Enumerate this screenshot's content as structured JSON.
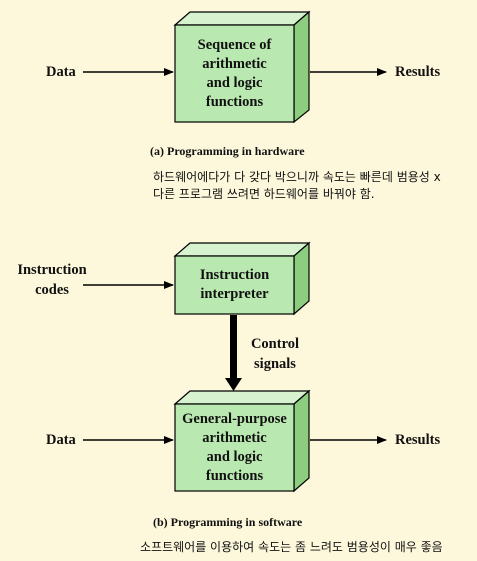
{
  "diagram_a": {
    "box_lines": [
      "Sequence of",
      "arithmetic",
      "and logic",
      "functions"
    ],
    "input_label": "Data",
    "output_label": "Results",
    "caption": "(a) Programming in hardware",
    "note_lines": [
      "하드웨어에다가 다 갖다 박으니까 속도는 빠른데 범용성 x",
      "다른 프로그램 쓰려면 하드웨어를 바꿔야 함."
    ]
  },
  "diagram_b": {
    "interpreter_lines": [
      "Instruction",
      "interpreter"
    ],
    "input_label_lines": [
      "Instruction",
      "codes"
    ],
    "control_label_lines": [
      "Control",
      "signals"
    ],
    "general_lines": [
      "General-purpose",
      "arithmetic",
      "and logic",
      "functions"
    ],
    "input_label": "Data",
    "output_label": "Results",
    "caption": "(b) Programming in software",
    "note": "소프트웨어를 이용하여 속도는 좀 느려도 범용성이 매우 좋음"
  },
  "colors": {
    "box_face": "#b9e9b0",
    "box_top": "#d6f2cf",
    "box_side": "#8ccd80",
    "background": "#fdf8dc"
  }
}
